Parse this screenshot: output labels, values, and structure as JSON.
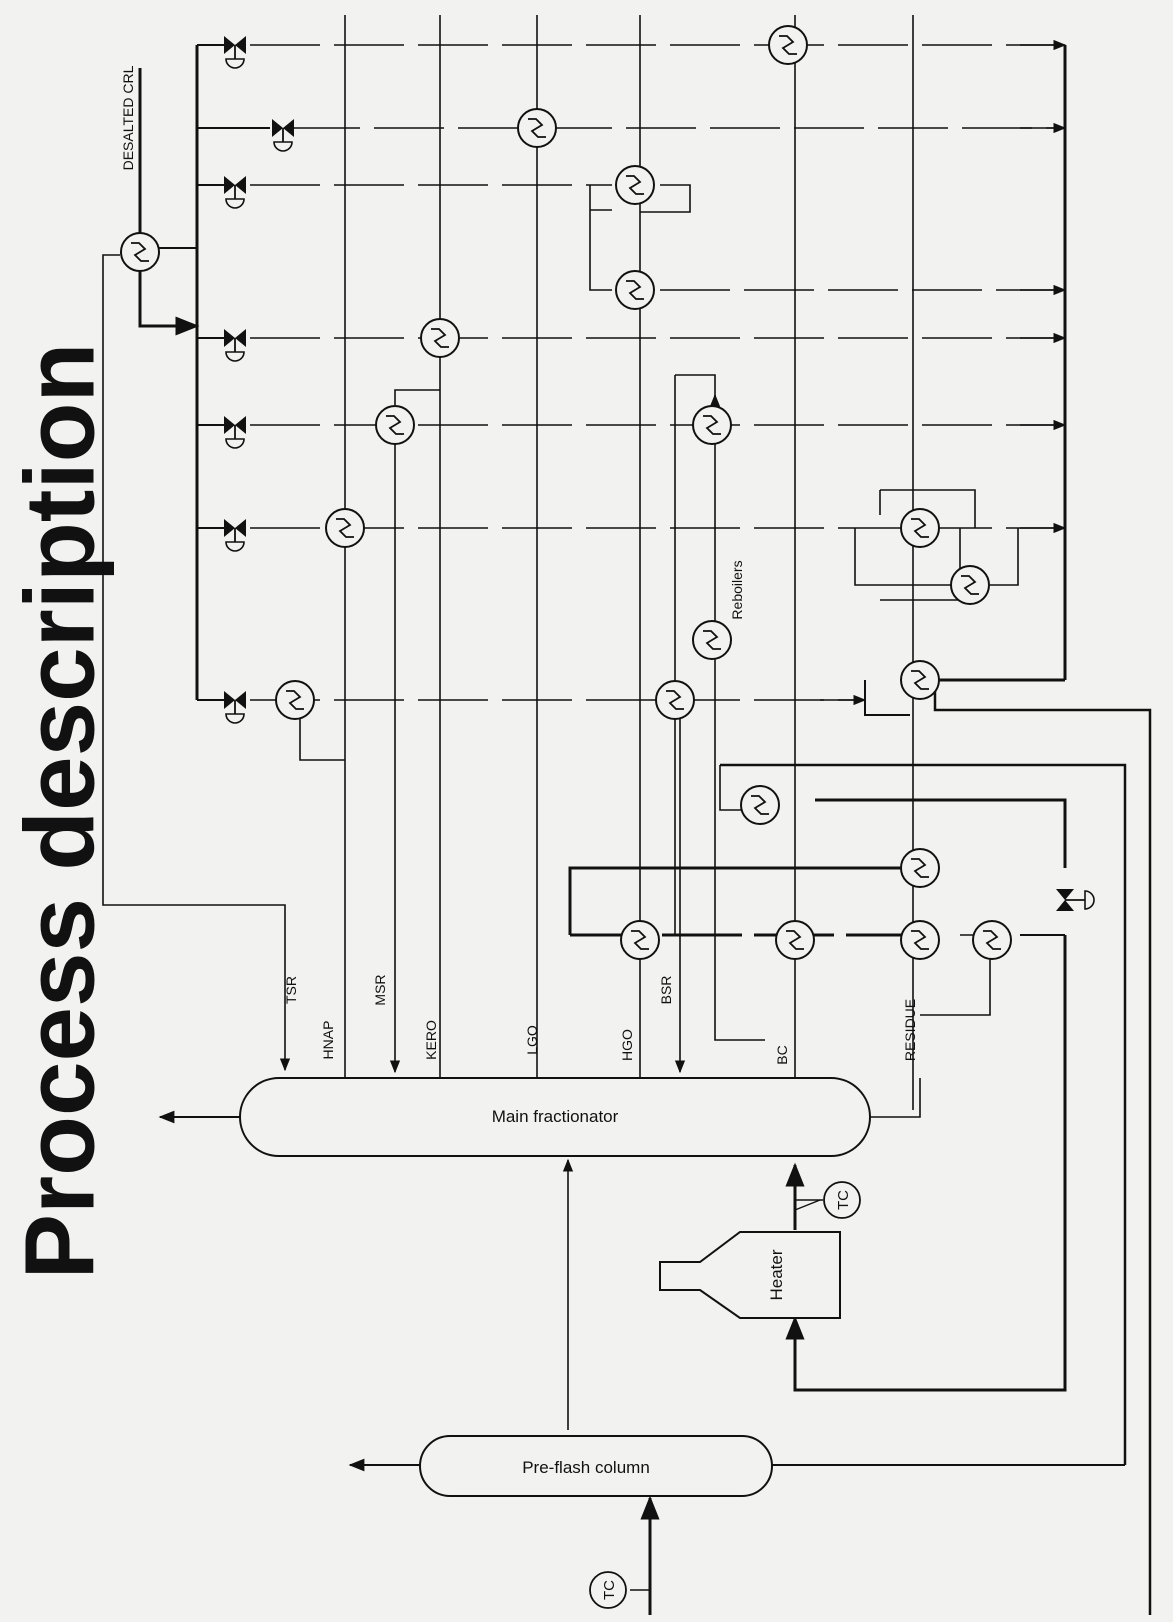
{
  "page": {
    "title": "Process description"
  },
  "vessels": {
    "main_fractionator": "Main fractionator",
    "pre_flash_column": "Pre-flash column",
    "heater": "Heater"
  },
  "streams": {
    "tsr": "TSR",
    "hnap": "HNAP",
    "msr": "MSR",
    "kero": "KERO",
    "lgo": "LGO",
    "hgo": "HGO",
    "bsr": "BSR",
    "bc": "BC",
    "residue": "RESIDUE",
    "reboilers": "Reboilers",
    "desalted_crude": "DESALTED CRL"
  },
  "instruments": {
    "tc_top": "TC",
    "tc_bottom": "TC"
  },
  "colors": {
    "ink": "#111111",
    "paper": "#f2f2f0"
  }
}
